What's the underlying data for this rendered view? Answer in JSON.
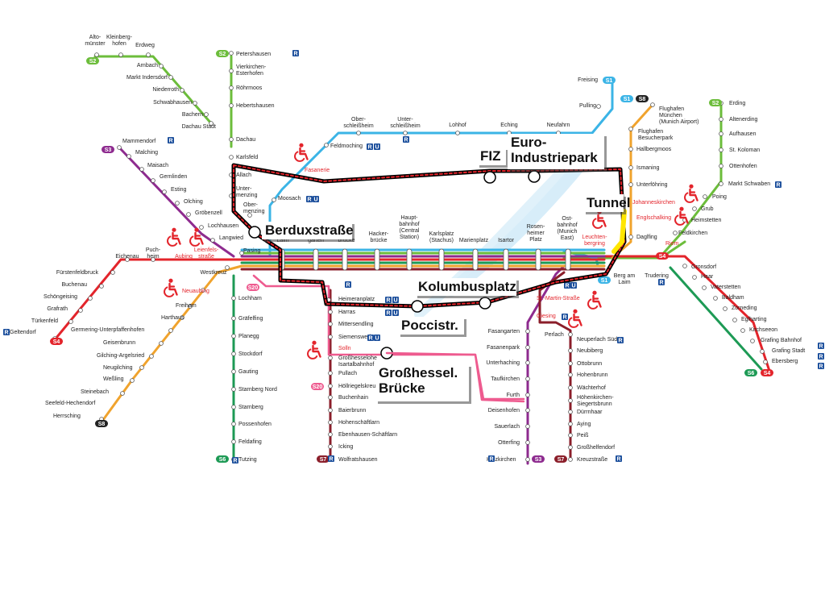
{
  "colors": {
    "s1": "#3bb4e6",
    "s2": "#6cbd3b",
    "s3": "#8e2b8f",
    "s4": "#e3242b",
    "s6": "#1d9a55",
    "s7": "#8b1e2a",
    "s8": "#f0a32d",
    "s20": "#ee5b8f",
    "proposal": "#000000",
    "proposal_dash": "#e3242b",
    "tunnel": "#ffe600"
  },
  "line_badges": {
    "s1": "S1",
    "s2": "S2",
    "s3": "S3",
    "s4": "S4",
    "s6": "S6",
    "s7": "S7",
    "s8": "S8",
    "s20": "S20"
  },
  "stations": {
    "altomunster": "Alto-\nmünster",
    "kleinberghofen": "Kleinberg-\nhofen",
    "erdweg": "Erdweg",
    "arnbach": "Arnbach",
    "markt_indersdorf": "Markt Indersdorf",
    "niederroth": "Niederroth",
    "schwabhausen": "Schwabhausen",
    "bachern": "Bachern",
    "dachau_stadt": "Dachau Stadt",
    "petershausen": "Petershausen",
    "vierkirchen": "Vierkirchen-\nEsterhofen",
    "rohrmoos": "Röhrmoos",
    "hebertshausen": "Hebertshausen",
    "dachau": "Dachau",
    "karlsfeld": "Karlsfeld",
    "allach": "Allach",
    "untermenzing": "Unter-\nmenzing",
    "obermenzing": "Ober-\nmenzing",
    "mammendorf": "Mammendorf",
    "malching": "Malching",
    "maisach": "Maisach",
    "gernlinden": "Gernlinden",
    "esting": "Esting",
    "olching": "Olching",
    "grobenzell": "Gröbenzell",
    "lochhausen": "Lochhausen",
    "langwied": "Langwied",
    "pasing": "Pasing",
    "laim": "Laim",
    "hirschgarten": "garten",
    "donnersbergerbrucke": "brücke",
    "hackerbrucke": "Hacker-\nbrücke",
    "hauptbahnhof": "Haupt-\nbahnhof\n(Central\nStation)",
    "karlsplatz": "Karlsplatz\n(Stachus)",
    "marienplatz": "Marienplatz",
    "isartor": "Isartor",
    "rosenheimer_platz": "Rosen-\nheimer\nPlatz",
    "ostbahnhof": "Ost-\nbahnhof\n(Munich\nEast)",
    "freising": "Freising",
    "pulling": "Pulling",
    "flughafen": "Flughafen\nMünchen\n(Munich Airport)",
    "besucherpark": "Flughafen\nBesucherpark",
    "hallbergmoos": "Hallbergmoos",
    "ismaning": "Ismaning",
    "unterfohring": "Unterföhring",
    "johanneskirchen": "Johanneskirchen",
    "englschalking": "Englschalking",
    "daglfing": "Daglfing",
    "oberschleissheim": "Ober-\nschleißheim",
    "unterschleissheim": "Unter-\nschleißheim",
    "lohhof": "Lohhof",
    "eching": "Eching",
    "neufahrn": "Neufahrn",
    "feldmoching": "Feldmoching",
    "fasanerie": "Fasanerie",
    "moosach": "Moosach",
    "erding": "Erding",
    "altenerding": "Altenerding",
    "aufhausen": "Aufhausen",
    "st_koloman": "St. Koloman",
    "ottenhofen": "Ottenhofen",
    "markt_schwaben": "Markt Schwaben",
    "poing": "Poing",
    "grub": "Grub",
    "heimstetten": "Heimstetten",
    "feldkirchen": "Feldkirchen",
    "riem": "Riem",
    "leuchtenbergring": "Leuchten-\nbergring",
    "berg_am_laim": "Berg am\nLaim",
    "trudering": "Trudering",
    "gronsdorf": "Gronsdorf",
    "haar": "Haar",
    "vaterstetten": "Vaterstetten",
    "baldham": "Baldham",
    "zorneding": "Zorneding",
    "eglharting": "Eglharting",
    "kirchseeon": "Kirchseeon",
    "grafing_bahnhof": "Grafing Bahnhof",
    "grafing_stadt": "Grafing Stadt",
    "ebersberg": "Ebersberg",
    "eichenau": "Eichenau",
    "puchheim": "Puch-\nheim",
    "aubing": "Aubing",
    "leienfelsstrasse": "Leienfels-\nstraße",
    "westkreuz": "Westkreuz",
    "fursten": "Fürstenfeldbruck",
    "buchenau": "Buchenau",
    "schongeising": "Schöngeising",
    "grafrath": "Grafrath",
    "turkenfeld": "Türkenfeld",
    "geltendorf": "Geltendorf",
    "neuaubing": "Neuaubing",
    "freiham": "Freiham",
    "harthaus": "Harthaus",
    "germering": "Germering-Unterpfaffenhofen",
    "geisenbrunn": "Geisenbrunn",
    "gilching": "Gilching-Argelsried",
    "neugilching": "Neugilching",
    "wessling": "Weßling",
    "steinebach": "Steinebach",
    "seefeld": "Seefeld-Hechendorf",
    "herrsching": "Herrsching",
    "lochham": "Lochham",
    "grafelfing": "Gräfelfing",
    "planegg": "Planegg",
    "stockdorf": "Stockdorf",
    "gauting": "Gauting",
    "starnberg_nord": "Starnberg Nord",
    "starnberg": "Starnberg",
    "possenhofen": "Possenhofen",
    "feldafing": "Feldafing",
    "tutzing": "Tutzing",
    "heimeranplatz": "Heimeranplatz",
    "harras": "Harras",
    "mittersendling": "Mittersendling",
    "siemenswerke": "Siemenswerke",
    "solln": "Solln",
    "grosshesselohe": "Großhesselohe\nIsartalbahnhof",
    "pullach": "Pullach",
    "hollriegelskreuth": "Höllriegelskreuth",
    "buchenhain": "Buchenhain",
    "baierbrunn": "Baierbrunn",
    "hohenschaftlarn": "Hohenschäftlarn",
    "ebenhausen": "Ebenhausen-Schäftlarn",
    "icking": "Icking",
    "wolfratshausen": "Wolfratshausen",
    "fasangarten": "Fasangarten",
    "fasanenpark": "Fasanenpark",
    "unterhaching": "Unterhaching",
    "taufkirchen": "Taufkirchen",
    "furth": "Furth",
    "deisenhofen": "Deisenhofen",
    "sauerlach": "Sauerlach",
    "otterfing": "Otterfing",
    "holzkirchen": "Holzkirchen",
    "st_martin": "St.-Martin-Straße",
    "giesing": "Giesing",
    "perlach": "Perlach",
    "neuperlach_sud": "Neuperlach Süd",
    "neubiberg": "Neubiberg",
    "ottobrunn": "Ottobrunn",
    "hohenbrunn": "Hohenbrunn",
    "wachterhof": "Wächterhof",
    "hohenkirchen": "Höhenkirchen-\nSiegertsbrunn",
    "durrnhaar": "Dürrnhaar",
    "aying": "Aying",
    "peiss": "Peiß",
    "grosshelfendorf": "Großhelfendorf",
    "kreuzstrasse": "Kreuzstraße"
  },
  "proposal_labels": {
    "berduxstrasse": "Berduxstraße",
    "fiz": "FIZ",
    "euro_industriepark": "Euro-\nIndustriepark",
    "tunnel": "Tunnel",
    "kolumbusplatz": "Kolumbusplatz",
    "poccistr": "Poccistr.",
    "grosshessel_brucke": "Großhessel.\nBrücke"
  },
  "icons": {
    "wheelchair": "wheelchair-icon",
    "regional": "regional-train-icon",
    "ubahn": "ubahn-icon"
  },
  "icon_text": {
    "regional": "R",
    "ubahn": "U"
  }
}
